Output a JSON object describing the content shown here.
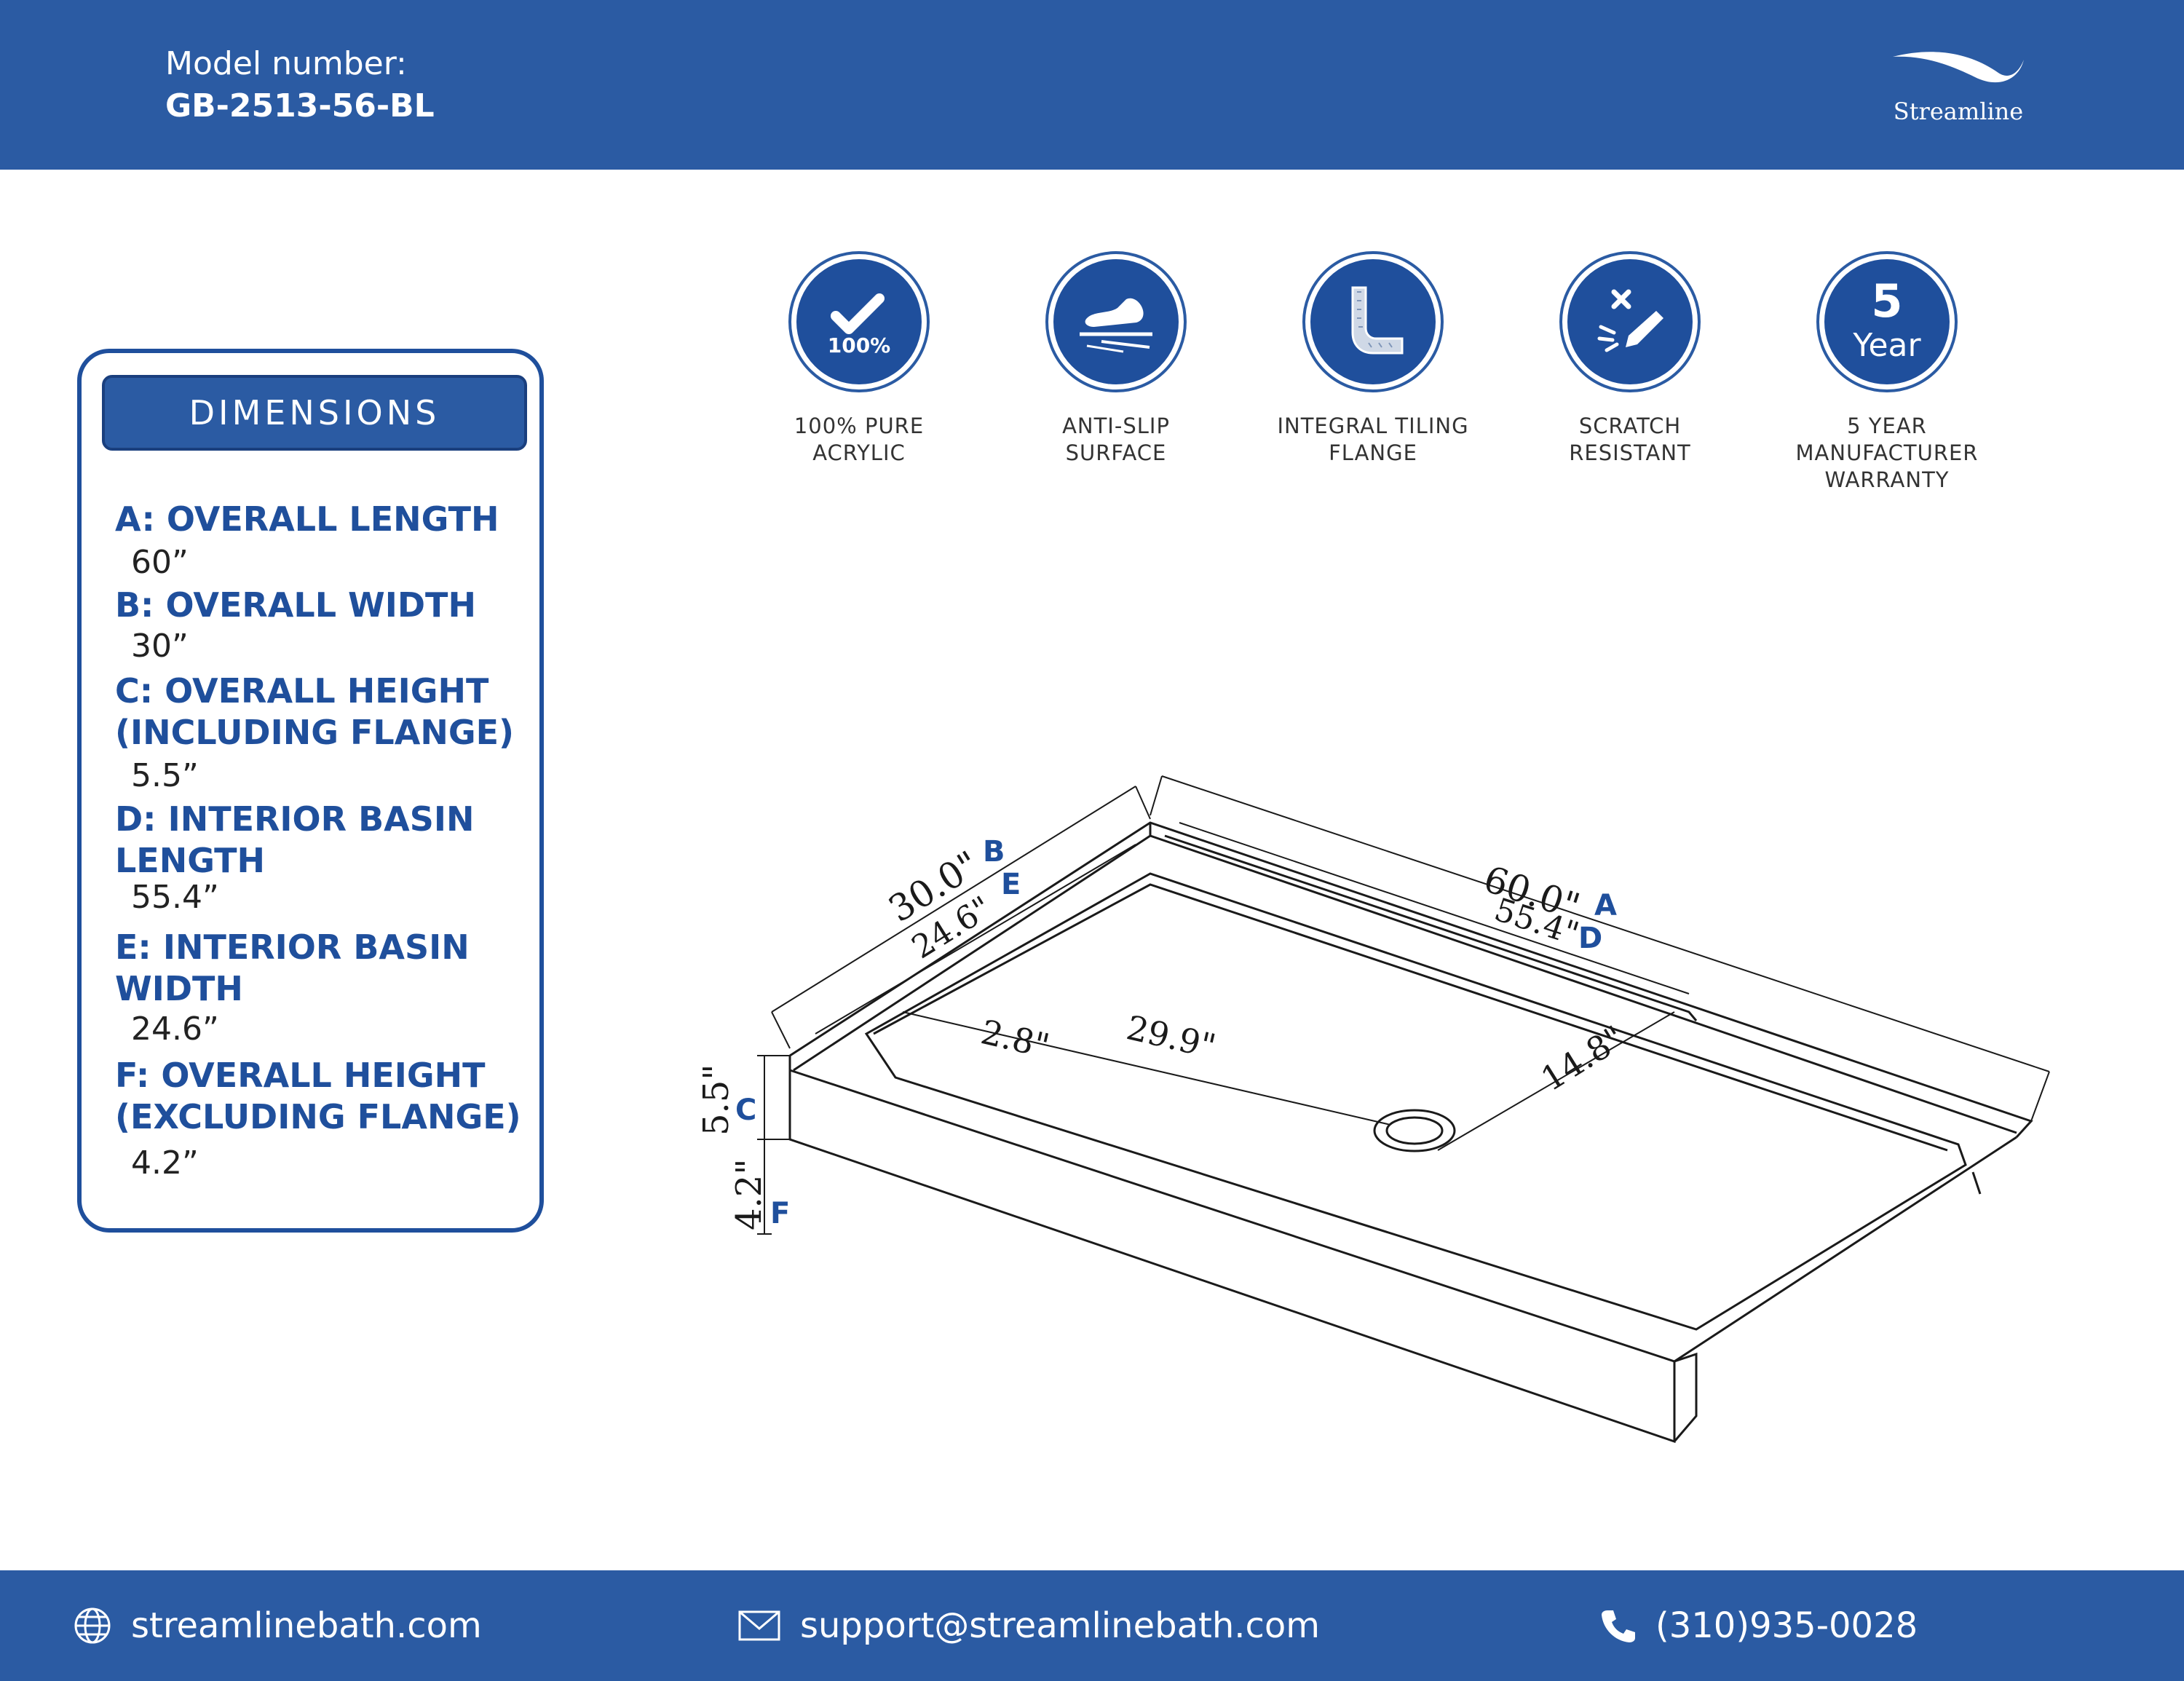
{
  "header": {
    "model_label": "Model number:",
    "model_value": "GB-2513-56-BL",
    "brand": "Streamline"
  },
  "dimensions": {
    "title": "DIMENSIONS",
    "items": [
      {
        "label_lines": [
          "A: OVERALL LENGTH"
        ],
        "value": "60”"
      },
      {
        "label_lines": [
          "B: OVERALL WIDTH"
        ],
        "value": "30”"
      },
      {
        "label_lines": [
          "C: OVERALL HEIGHT",
          "(INCLUDING FLANGE)"
        ],
        "value": "5.5”"
      },
      {
        "label_lines": [
          "D: INTERIOR BASIN",
          "LENGTH"
        ],
        "value": "55.4”"
      },
      {
        "label_lines": [
          "E: INTERIOR BASIN",
          "WIDTH"
        ],
        "value": "24.6”"
      },
      {
        "label_lines": [
          "F: OVERALL HEIGHT",
          "(EXCLUDING FLANGE)"
        ],
        "value": "4.2”"
      }
    ]
  },
  "features": [
    {
      "icon": "check-100-icon",
      "icon_text": "100%",
      "caption_lines": [
        "100% PURE",
        "ACRYLIC"
      ]
    },
    {
      "icon": "anti-slip-shoe-icon",
      "icon_text": "",
      "caption_lines": [
        "ANTI-SLIP",
        "SURFACE"
      ]
    },
    {
      "icon": "tiling-flange-icon",
      "icon_text": "",
      "caption_lines": [
        "INTEGRAL TILING",
        "FLANGE"
      ]
    },
    {
      "icon": "scratch-resistant-icon",
      "icon_text": "",
      "caption_lines": [
        "SCRATCH",
        "RESISTANT"
      ]
    },
    {
      "icon": "warranty-5-year-icon",
      "icon_text": "5",
      "icon_text2": "Year",
      "caption_lines": [
        "5 YEAR",
        "MANUFACTURER",
        "WARRANTY"
      ]
    }
  ],
  "drawing": {
    "measurements": {
      "a": "60.0\"",
      "b": "30.0\"",
      "c": "5.5\"",
      "d": "55.4\"",
      "e": "24.6\"",
      "f": "4.2\"",
      "drain_x": "29.9\"",
      "drain_y": "14.8\"",
      "step": "2.8\""
    },
    "letters": {
      "a": "A",
      "b": "B",
      "c": "C",
      "d": "D",
      "e": "E",
      "f": "F"
    },
    "colors": {
      "line": "#1a1a1a",
      "letter": "#1f4f9c"
    }
  },
  "footer": {
    "website": "streamlinebath.com",
    "email": "support@streamlinebath.com",
    "phone": "(310)935-0028"
  },
  "colors": {
    "brand_blue": "#2b5ba3",
    "dark_blue": "#1f4f9c"
  }
}
